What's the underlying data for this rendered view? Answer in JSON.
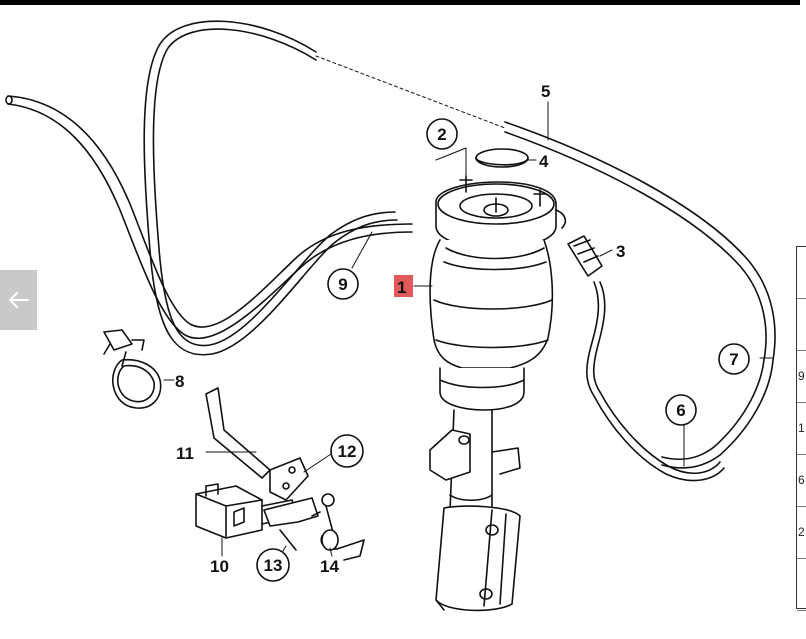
{
  "callouts": [
    {
      "id": "1",
      "label": "1",
      "highlight": true
    },
    {
      "id": "2",
      "label": "2"
    },
    {
      "id": "3",
      "label": "3"
    },
    {
      "id": "4",
      "label": "4"
    },
    {
      "id": "5",
      "label": "5"
    },
    {
      "id": "6",
      "label": "6"
    },
    {
      "id": "7",
      "label": "7"
    },
    {
      "id": "8",
      "label": "8"
    },
    {
      "id": "9",
      "label": "9"
    },
    {
      "id": "10",
      "label": "10"
    },
    {
      "id": "11",
      "label": "11"
    },
    {
      "id": "12",
      "label": "12"
    },
    {
      "id": "13",
      "label": "13"
    },
    {
      "id": "14",
      "label": "14"
    }
  ],
  "colors": {
    "highlight": "#e05a5a",
    "line": "#111111",
    "back_button": "#c9c9c9"
  },
  "nav": {
    "back_icon": "arrow-left-icon"
  },
  "edge_table": {
    "rows": [
      "",
      "",
      "9",
      "1",
      "6",
      "2",
      ""
    ]
  }
}
